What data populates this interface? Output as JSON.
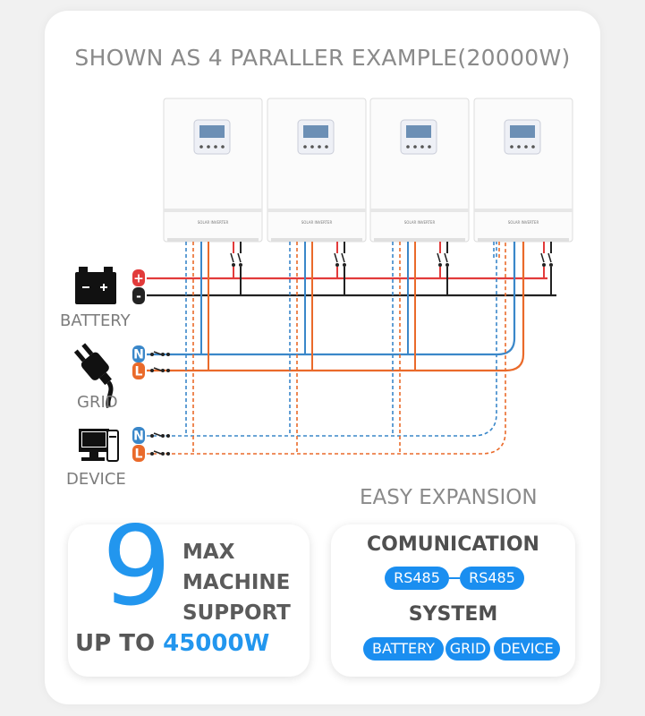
{
  "title": "SHOWN AS 4 PARALLER EXAMPLE(20000W)",
  "inverter_label": "SOLAR INVERTER",
  "sources": [
    {
      "label": "BATTERY",
      "terminals": [
        "+",
        "-"
      ]
    },
    {
      "label": "GRID",
      "terminals": [
        "N",
        "L"
      ]
    },
    {
      "label": "DEVICE",
      "terminals": [
        "N",
        "L"
      ]
    }
  ],
  "easy_expansion": "EASY EXPANSION",
  "max_card": {
    "number": "9",
    "lines": [
      "MAX",
      "MACHINE",
      "SUPPORT"
    ],
    "up_to_prefix": "UP TO",
    "up_to_value": "45000W"
  },
  "comm_card": {
    "communication": "COMUNICATION",
    "rs485_a": "RS485",
    "rs485_b": "RS485",
    "system": "SYSTEM",
    "system_items": [
      "BATTERY",
      "GRID",
      "DEVICE"
    ]
  },
  "colors": {
    "positive": "#e23b3b",
    "negative": "#222222",
    "neutral": "#3a87c9",
    "live": "#ea6a2a",
    "accent": "#2296ee"
  },
  "icons": {
    "battery": "battery-icon",
    "grid": "plug-icon",
    "device": "computer-icon"
  }
}
